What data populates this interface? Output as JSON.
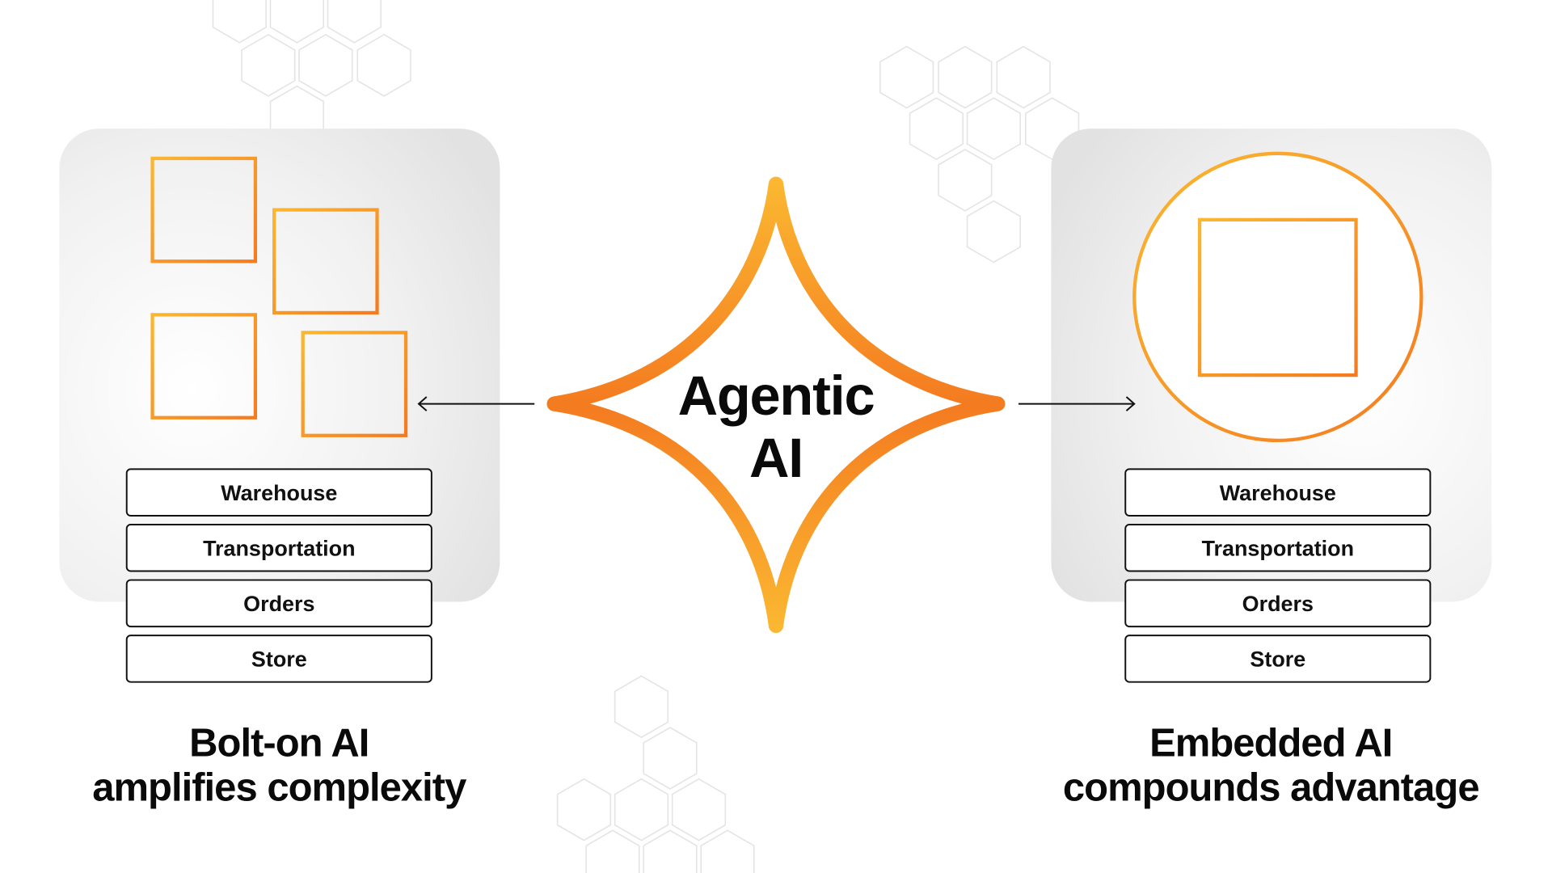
{
  "center": {
    "line1": "Agentic",
    "line2": "AI"
  },
  "left": {
    "layers": [
      "Warehouse",
      "Transportation",
      "Orders",
      "Store"
    ],
    "title_line1": "Bolt-on AI",
    "title_line2": "amplifies complexity"
  },
  "right": {
    "layers": [
      "Warehouse",
      "Transportation",
      "Orders",
      "Store"
    ],
    "title_line1": "Embedded AI",
    "title_line2": "compounds advantage"
  },
  "colors": {
    "orange": "#f47b20",
    "amber": "#fbb731",
    "panel": "#e8e8e8",
    "text": "#0a0a0a"
  }
}
